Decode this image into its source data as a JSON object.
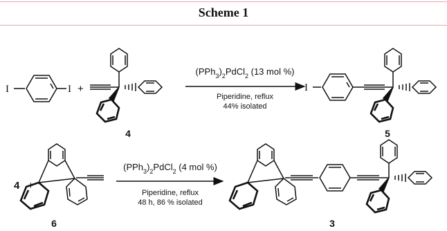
{
  "scheme": {
    "title": "Scheme 1"
  },
  "reaction1": {
    "iodo_left": "I",
    "iodo_right": "I",
    "plus": "+",
    "reagent": "(PPh3)2PdCl2 (13 mol %)",
    "conditions_line1": "Piperidine, reflux",
    "conditions_line2": "44% isolated",
    "compound_reactant_label": "4",
    "product_label": "5",
    "product_iodo": "I"
  },
  "reaction2": {
    "reactant_label_left": "4",
    "plus": "+",
    "reagent": "(PPh3)2PdCl2 (4 mol %)",
    "conditions_line1": "Piperidine, reflux",
    "conditions_line2": "48 h, 86 % isolated",
    "compound_reactant_label": "6",
    "product_label": "3"
  },
  "colors": {
    "rule": "#e9a9b3",
    "ink": "#111111"
  }
}
